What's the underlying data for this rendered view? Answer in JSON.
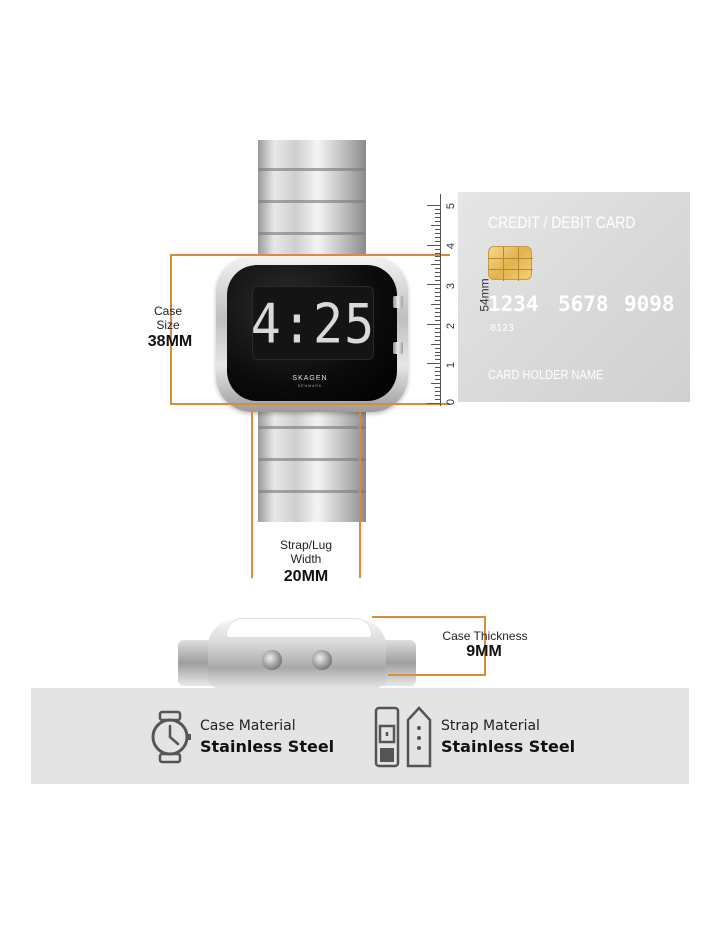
{
  "watch": {
    "time": "4:25",
    "brand": "SKAGEN",
    "brand_sub": "DENMARK"
  },
  "case_size": {
    "label_line1": "Case",
    "label_line2": "Size",
    "value": "38MM"
  },
  "strap_width": {
    "label_line1": "Strap/Lug",
    "label_line2": "Width",
    "value": "20MM"
  },
  "thickness": {
    "label": "Case Thickness",
    "value": "9MM"
  },
  "ruler": {
    "numbers": [
      "5",
      "4",
      "3",
      "2",
      "1",
      "0"
    ],
    "side_label": "54mm"
  },
  "card": {
    "title": "CREDIT / DEBIT CARD",
    "number_groups": [
      "1234",
      "5678",
      "9098"
    ],
    "small_number": "0123",
    "holder": "CARD HOLDER NAME"
  },
  "features": [
    {
      "icon": "watch-icon",
      "label": "Case Material",
      "value": "Stainless Steel"
    },
    {
      "icon": "strap-icon",
      "label": "Strap Material",
      "value": "Stainless Steel"
    }
  ],
  "colors": {
    "guide_orange": "#d98c3a",
    "panel_grey": "#e4e4e4",
    "card_grey": "#dadada",
    "chip_gold": "#e3b24e"
  }
}
